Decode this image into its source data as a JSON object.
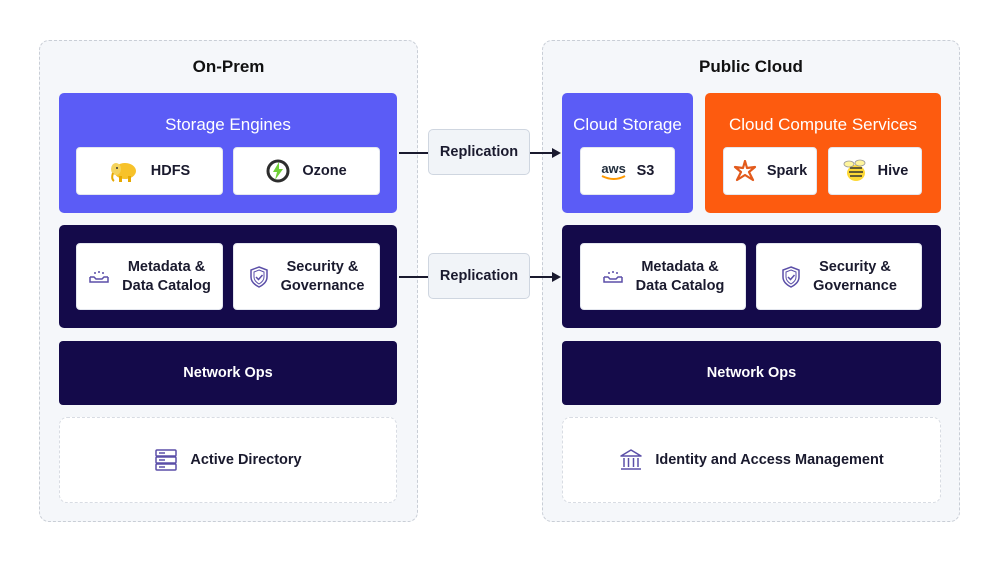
{
  "onprem": {
    "title": "On-Prem",
    "storage": {
      "title": "Storage Engines",
      "items": [
        "HDFS",
        "Ozone"
      ]
    },
    "metadata": {
      "line1": "Metadata &",
      "line2": "Data Catalog"
    },
    "security": {
      "line1": "Security &",
      "line2": "Governance"
    },
    "network": "Network Ops",
    "identity": "Active Directory"
  },
  "cloud": {
    "title": "Public Cloud",
    "storage": {
      "title": "Cloud Storage",
      "item": "S3",
      "logo_text": "aws"
    },
    "compute": {
      "title": "Cloud Compute Services",
      "items": [
        "Spark",
        "Hive"
      ]
    },
    "metadata": {
      "line1": "Metadata &",
      "line2": "Data Catalog"
    },
    "security": {
      "line1": "Security &",
      "line2": "Governance"
    },
    "network": "Network Ops",
    "identity": "Identity and Access Management"
  },
  "replication": [
    "Replication",
    "Replication"
  ],
  "colors": {
    "purple": "#5b5cf6",
    "navy": "#140a4a",
    "orange": "#fd5b0f",
    "panel_bg": "#f5f7fa"
  },
  "icons": {
    "hdfs": "hadoop-elephant-icon",
    "ozone": "ozone-bolt-icon",
    "s3": "aws-logo-icon",
    "spark": "spark-star-icon",
    "hive": "hive-bee-icon",
    "metadata": "catalog-tray-icon",
    "security": "shield-check-icon",
    "active_directory": "server-stack-icon",
    "iam": "bank-building-icon"
  }
}
